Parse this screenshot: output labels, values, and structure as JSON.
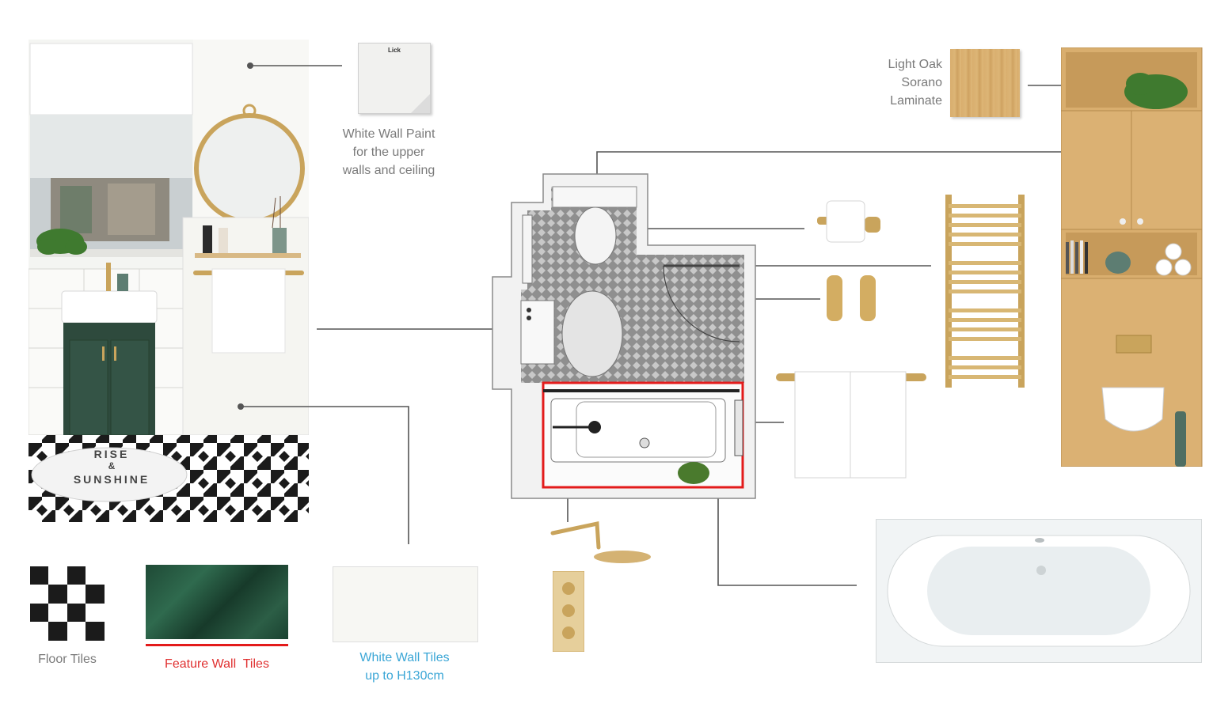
{
  "board": {
    "paint_can_brand": "Lick",
    "labels": {
      "white_paint": [
        "White Wall Paint",
        "for the upper",
        "walls and ceiling"
      ],
      "oak": [
        "Light Oak",
        "Sorano",
        "Laminate"
      ],
      "floor_tiles": "Floor Tiles",
      "feature_tiles": "Feature Wall  Tiles",
      "white_tiles": [
        "White Wall Tiles",
        "up to H130cm"
      ]
    },
    "rug_text": [
      "RISE",
      "&",
      "SUNSHINE"
    ],
    "colors": {
      "text_grey": "#7a7a7a",
      "feature_red": "#e03030",
      "white_tiles_blue": "#3aa6d6",
      "highlight_red": "#e31b1b",
      "vanity_green": "#2e4a3d",
      "oak": "#d9ae6e",
      "brass": "#c9a45c",
      "marble_green": "#1f4a36"
    }
  }
}
